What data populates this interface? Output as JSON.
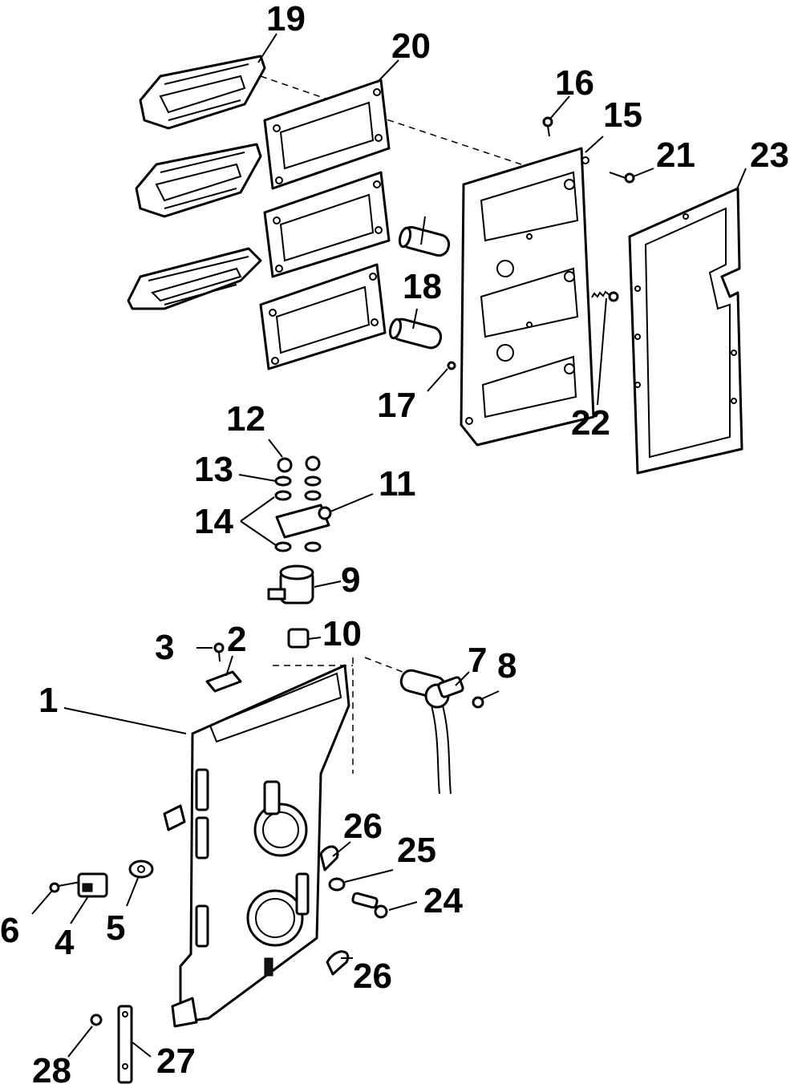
{
  "diagram": {
    "callouts": [
      {
        "id": "c1",
        "text": "1"
      },
      {
        "id": "c2",
        "text": "2"
      },
      {
        "id": "c3",
        "text": "3"
      },
      {
        "id": "c4",
        "text": "4"
      },
      {
        "id": "c5",
        "text": "5"
      },
      {
        "id": "c6",
        "text": "6"
      },
      {
        "id": "c7",
        "text": "7"
      },
      {
        "id": "c8",
        "text": "8"
      },
      {
        "id": "c9",
        "text": "9"
      },
      {
        "id": "c10",
        "text": "10"
      },
      {
        "id": "c11",
        "text": "11"
      },
      {
        "id": "c12",
        "text": "12"
      },
      {
        "id": "c13",
        "text": "13"
      },
      {
        "id": "c14",
        "text": "14"
      },
      {
        "id": "c15",
        "text": "15"
      },
      {
        "id": "c16",
        "text": "16"
      },
      {
        "id": "c17",
        "text": "17"
      },
      {
        "id": "c18a",
        "text": "18"
      },
      {
        "id": "c19",
        "text": "19"
      },
      {
        "id": "c20",
        "text": "20"
      },
      {
        "id": "c21",
        "text": "21"
      },
      {
        "id": "c22",
        "text": "22"
      },
      {
        "id": "c23",
        "text": "23"
      },
      {
        "id": "c24",
        "text": "24"
      },
      {
        "id": "c25",
        "text": "25"
      },
      {
        "id": "c26a",
        "text": "26"
      },
      {
        "id": "c26b",
        "text": "26"
      },
      {
        "id": "c27",
        "text": "27"
      },
      {
        "id": "c28",
        "text": "28"
      }
    ]
  }
}
